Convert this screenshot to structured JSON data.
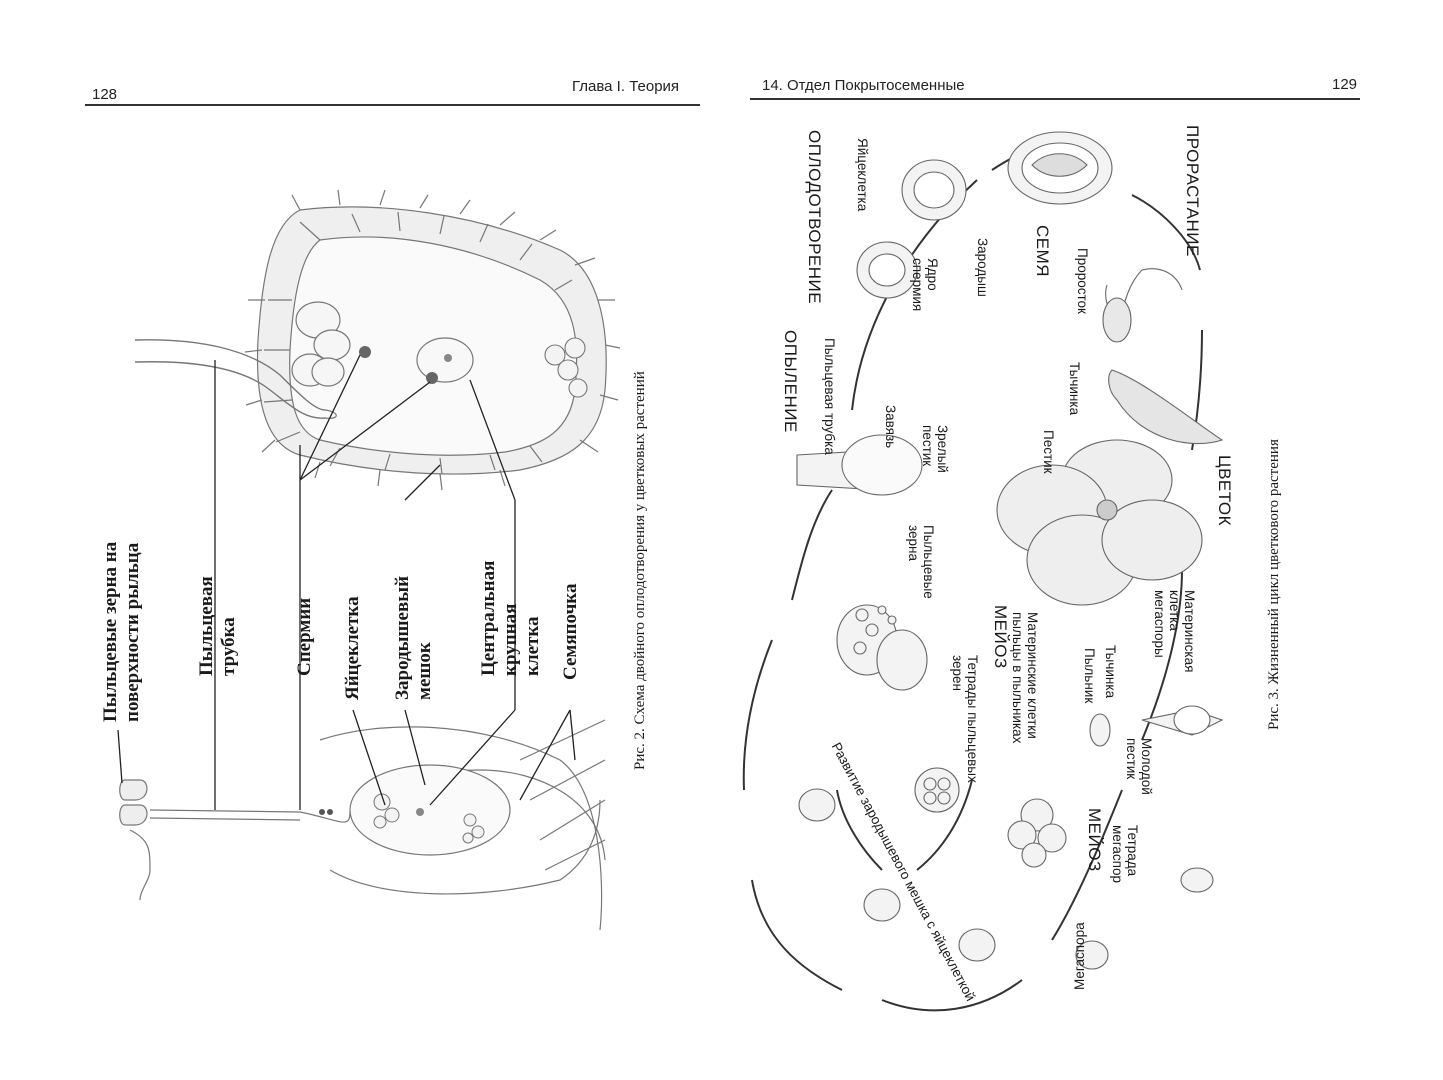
{
  "left_page": {
    "page_number": "128",
    "chapter_title": "Глава I. Теория",
    "figure_caption": "Рис. 2. Схема двойного оплодотворения у цветковых растений",
    "labels": {
      "pollen_grains_l1": "Пыльцевые зерна на",
      "pollen_grains_l2": "поверхности рыльца",
      "pollen_tube_l1": "Пыльцевая",
      "pollen_tube_l2": "трубка",
      "sperm": "Спермии",
      "egg_cell": "Яйцеклетка",
      "embryo_sac_l1": "Зародышевый",
      "embryo_sac_l2": "мешок",
      "central_cell_l1": "Центральная",
      "central_cell_l2": "крупная",
      "central_cell_l3": "клетка",
      "ovule": "Семяпочка"
    }
  },
  "right_page": {
    "page_number": "129",
    "chapter_title": "14. Отдел Покрытосеменные",
    "figure_caption": "Рис. 3. Жизненный цикл цветкового растения",
    "stages": {
      "pollination": "ОПЫЛЕНИЕ",
      "fertilization": "ОПЛОДОТВОРЕНИЕ",
      "seed": "СЕМЯ",
      "germination": "ПРОРАСТАНИЕ",
      "flower": "ЦВЕТОК",
      "meiosis_top": "МЕЙОЗ",
      "meiosis_bottom": "МЕЙОЗ"
    },
    "labels": {
      "pollen_tube": "Пыльцевая трубка",
      "egg_cell": "Яйцеклетка",
      "ovary": "Завязь",
      "mature_pistil_l1": "Зрелый",
      "mature_pistil_l2": "пестик",
      "sperm_nucleus_l1": "Ядро",
      "sperm_nucleus_l2": "спермия",
      "embryo": "Зародыш",
      "seedling": "Проросток",
      "pistil": "Пестик",
      "stamen": "Тычинка",
      "pollen_grains_l1": "Пыльцевые",
      "pollen_grains_l2": "зерна",
      "anther_mother_cells_l1": "Материнские клетки",
      "anther_mother_cells_l2": "пыльцы в пыльниках",
      "anther": "Пыльник",
      "stamen_small": "Тычинка",
      "pollen_tetrads_l1": "Тетрады пыльцевых",
      "pollen_tetrads_l2": "зерен",
      "embryo_sac_development": "Развитие зародышевого мешка с яйцеклеткой",
      "megaspore_mother_l1": "Материнская",
      "megaspore_mother_l2": "клетка",
      "megaspore_mother_l3": "мегаспоры",
      "young_pistil_l1": "Молодой",
      "young_pistil_l2": "пестик",
      "megaspore_tetrad_l1": "Тетрада",
      "megaspore_tetrad_l2": "мегаспор",
      "megaspore": "Мегаспора"
    }
  }
}
